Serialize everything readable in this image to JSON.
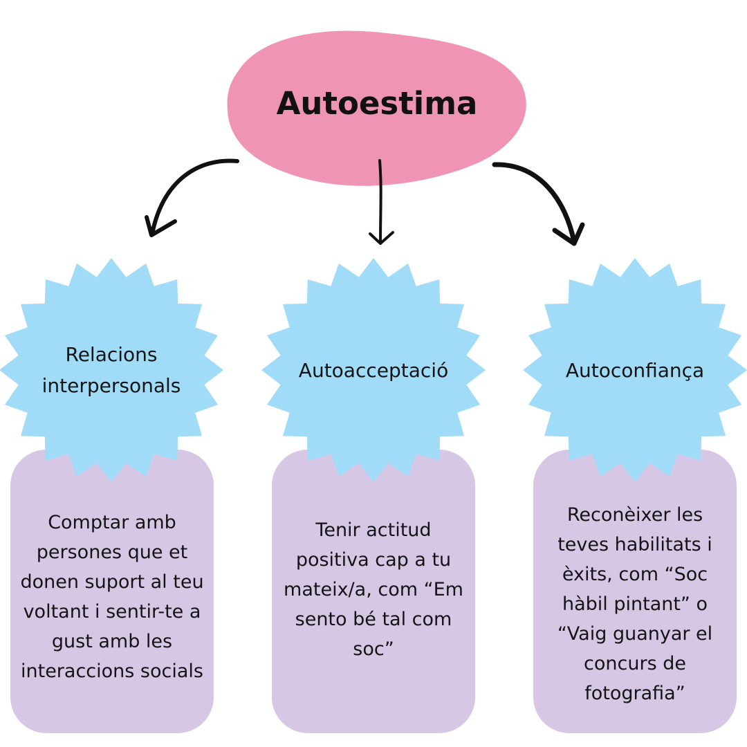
{
  "colors": {
    "blob": "#ef94b5",
    "star": "#a0dcf8",
    "card": "#d6c8e4",
    "arrow": "#111111",
    "text": "#141414"
  },
  "diagram": {
    "root": {
      "label": "Autoestima"
    },
    "branches": [
      {
        "label": "Relacions interpersonals",
        "description": "Comptar amb persones que et donen suport al teu voltant i sentir-te a gust amb les interaccions socials"
      },
      {
        "label": "Autoacceptació",
        "description": "Tenir actitud positiva cap a tu mateix/a, com “Em sento bé tal com soc”"
      },
      {
        "label": "Autoconfiança",
        "description": "Reconèixer les teves habilitats i èxits, com “Soc hàbil pintant” o “Vaig guanyar el concurs de fotografia”"
      }
    ]
  }
}
